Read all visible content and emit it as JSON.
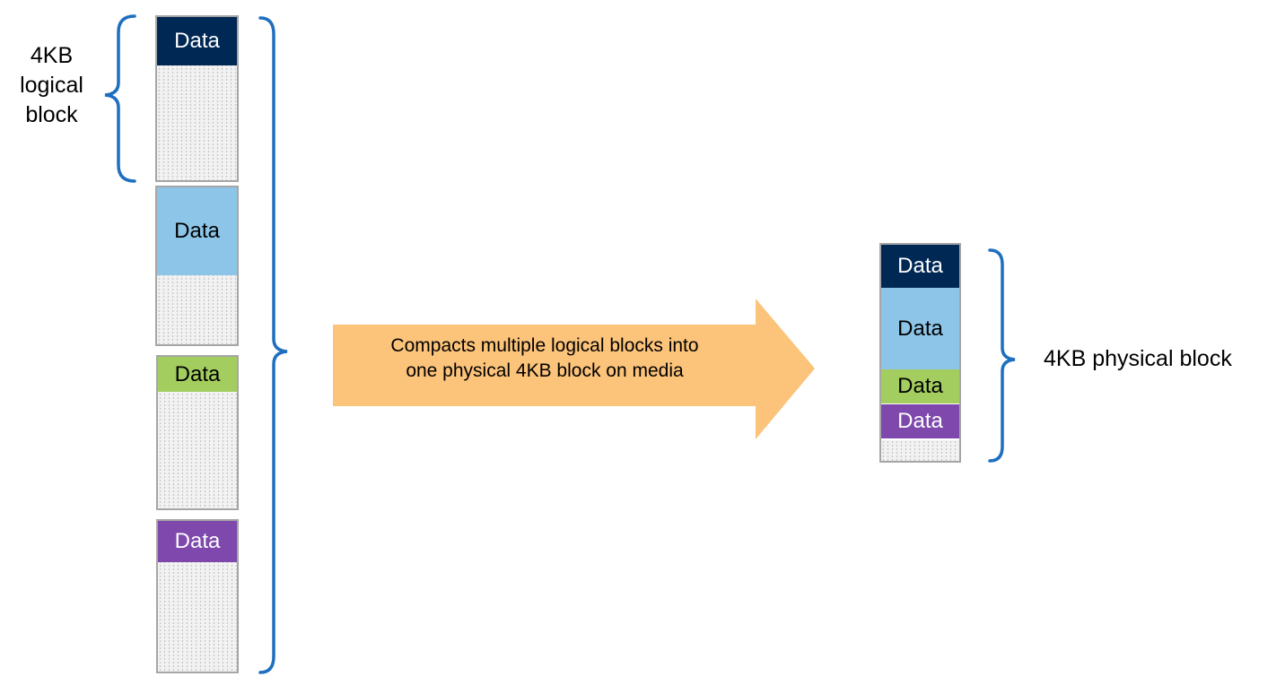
{
  "colors": {
    "dark_navy": "#002855",
    "light_blue": "#8dc5e8",
    "green": "#a3cd5f",
    "purple": "#7e48ad",
    "arrow_orange": "#fcc37a",
    "brace_blue": "#1f6fbf",
    "empty_gray": "#f2f2f2"
  },
  "left_label": [
    "4KB",
    "logical",
    "block"
  ],
  "logical_blocks": [
    {
      "label": "Data",
      "color": "dark_navy",
      "text_color": "#ffffff"
    },
    {
      "label": "Data",
      "color": "light_blue",
      "text_color": "#000000"
    },
    {
      "label": "Data",
      "color": "green",
      "text_color": "#000000"
    },
    {
      "label": "Data",
      "color": "purple",
      "text_color": "#ffffff"
    }
  ],
  "arrow": {
    "line1": "Compacts multiple logical blocks into",
    "line2": "one physical 4KB block on media"
  },
  "physical_block": {
    "segments": [
      {
        "label": "Data",
        "color": "dark_navy"
      },
      {
        "label": "Data",
        "color": "light_blue"
      },
      {
        "label": "Data",
        "color": "green"
      },
      {
        "label": "Data",
        "color": "purple"
      }
    ],
    "label": "4KB physical block"
  }
}
